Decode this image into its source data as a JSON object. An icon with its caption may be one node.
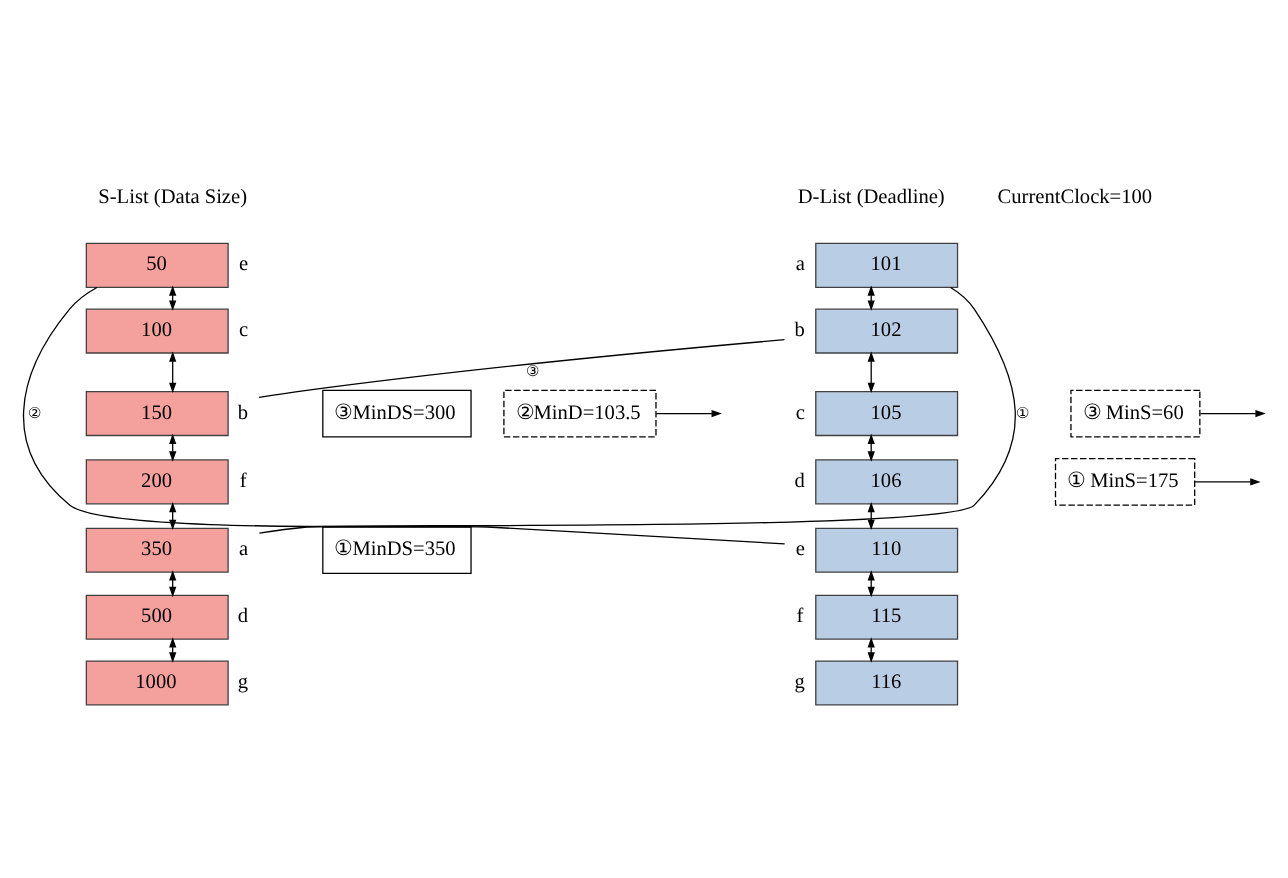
{
  "diagram": {
    "nodes": [
      {
        "text": [
          "101"
        ],
        "beside": [
          "a"
        ]
      },
      {
        "text": [
          "102"
        ],
        "beside": [
          "b"
        ]
      },
      {
        "text": [
          "105"
        ],
        "beside": [
          "c"
        ]
      },
      {
        "text": [
          "106"
        ],
        "beside": [
          "d"
        ]
      },
      {
        "text": [
          "110"
        ],
        "beside": [
          "e"
        ]
      },
      {
        "text": [
          "115"
        ],
        "beside": [
          "f"
        ]
      },
      {
        "text": [
          "116"
        ],
        "beside": [
          "g"
        ]
      },
      {
        "text": [
          "50"
        ],
        "beside": [
          "e"
        ]
      },
      {
        "text": [
          "100"
        ],
        "beside": [
          "c"
        ]
      },
      {
        "text": [
          "150"
        ],
        "beside": [
          "b"
        ]
      },
      {
        "text": [
          "200"
        ],
        "beside": [
          "f"
        ]
      },
      {
        "text": [
          "350"
        ],
        "beside": [
          "a"
        ]
      },
      {
        "text": [
          "500"
        ],
        "beside": [
          "d"
        ]
      },
      {
        "text": [
          "1000"
        ],
        "beside": [
          "g"
        ]
      },
      {
        "text": [
          "②MinD=103.5"
        ]
      },
      {
        "text": [
          "③ MinS=60"
        ]
      },
      {
        "text": [
          "③MinDS=300"
        ]
      },
      {
        "text": [
          "① MinS=175"
        ]
      },
      {
        "text": [
          "①MinDS=350"
        ]
      }
    ],
    "edges": [
      {
        "from": 0,
        "to": 1,
        "arrow": "both"
      },
      {
        "from": 1,
        "to": 2,
        "arrow": "both"
      },
      {
        "from": 2,
        "to": 3,
        "arrow": "both"
      },
      {
        "from": 3,
        "to": 4,
        "arrow": "both"
      },
      {
        "from": 4,
        "to": 5,
        "arrow": "both"
      },
      {
        "from": 5,
        "to": 6,
        "arrow": "both"
      },
      {
        "from": 7,
        "to": 8,
        "arrow": "both"
      },
      {
        "from": 8,
        "to": 9,
        "arrow": "both"
      },
      {
        "from": 9,
        "to": 10,
        "arrow": "both"
      },
      {
        "from": 10,
        "to": 11,
        "arrow": "both"
      },
      {
        "from": 11,
        "to": 12,
        "arrow": "both"
      },
      {
        "from": 12,
        "to": 13,
        "arrow": "both"
      },
      {
        "from": 0,
        "to": 11,
        "arrow": "none",
        "label": "①"
      },
      {
        "from": 4,
        "to": 7,
        "arrow": "none",
        "label": "②"
      },
      {
        "from": 1,
        "to": 9,
        "arrow": "none",
        "label": "③"
      },
      {
        "from": 14,
        "to": null,
        "arrow": "to"
      },
      {
        "from": 15,
        "to": null,
        "arrow": "to"
      },
      {
        "from": 17,
        "to": null,
        "arrow": "to"
      }
    ],
    "labels": [
      "D-List (Deadline)",
      "S-List (Data Size)",
      "CurrentClock=100"
    ]
  }
}
